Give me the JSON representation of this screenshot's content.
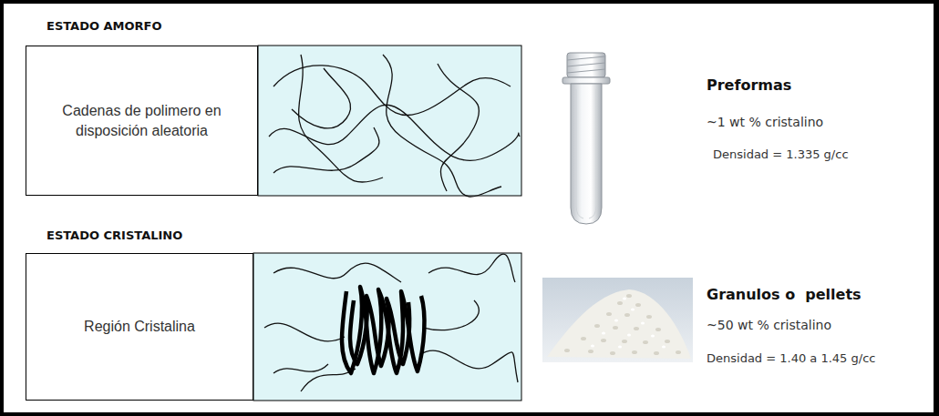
{
  "diagram": {
    "nodes": [
      {
        "text": [
          "ESTADO AMORFO",
          "Cadenas de polimero en disposición aleatoria"
        ]
      },
      {
        "text": [
          "ESTADO CRISTALINO",
          "Región Cristalina"
        ]
      }
    ],
    "labels": [
      "Preformas",
      "~1 wt % cristalino",
      "Densidad = 1.335 g/cc",
      "Granulos o  pellets",
      "~50 wt % cristalino",
      "Densidad = 1.40 a 1.45 g/cc"
    ]
  }
}
